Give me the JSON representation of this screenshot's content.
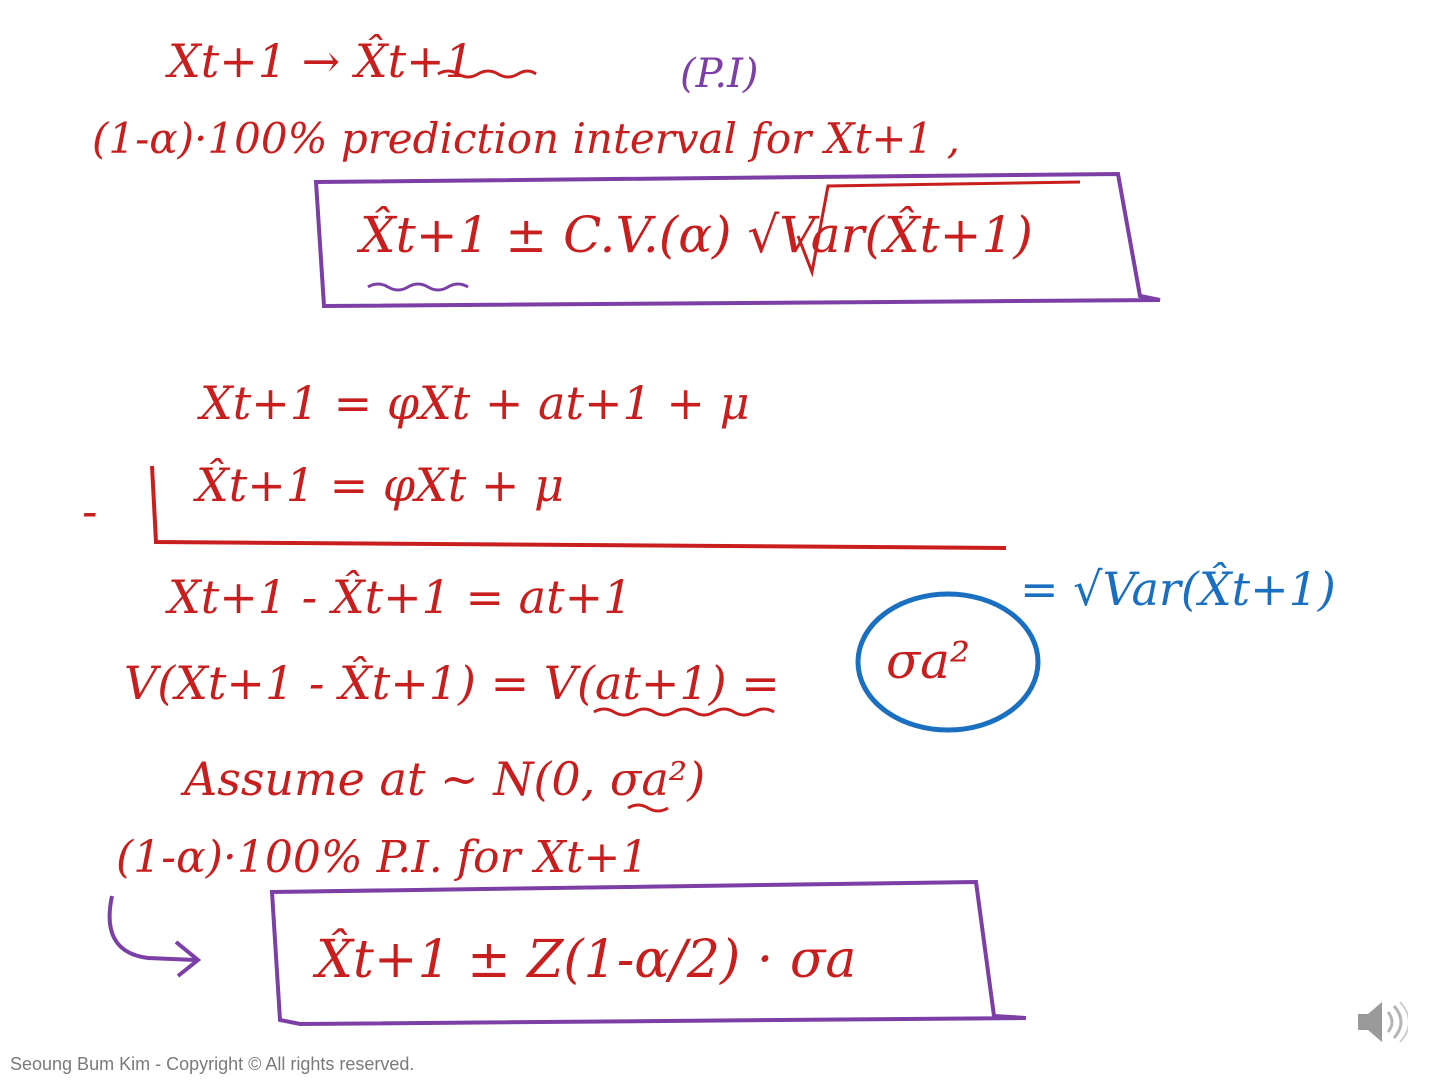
{
  "colors": {
    "ink_red": "#c81e1e",
    "ink_purple": "#7b3fa6",
    "ink_blue": "#1a6fc0",
    "footer_gray": "#7a7a7a"
  },
  "notes": {
    "line1": "Xt+1 → X̂t+1",
    "pi_label": "(P.I)",
    "line2": "(1-α)·100% prediction interval for Xt+1 ,",
    "box1": "X̂t+1 ± C.V.(α) √Var(X̂t+1)",
    "eq1": "Xt+1 = φXt + at+1 + μ",
    "eq2_minus": "-",
    "eq2": "X̂t+1 = φXt + μ",
    "eq3": "Xt+1 - X̂t+1 = at+1",
    "blue_eq": "= √Var(X̂t+1)",
    "eq4": "V(Xt+1 - X̂t+1) = V(at+1) =",
    "eq4_circled": "σa²",
    "assume": "Assume at ~ N(0, σa²)",
    "line3": "(1-α)·100% P.I. for Xt+1",
    "box2": "X̂t+1 ± Z(1-α/2) · σa"
  },
  "footer": {
    "text": "Seoung Bum Kim - Copyright © All rights reserved."
  },
  "icons": {
    "audio": "speaker-icon"
  }
}
